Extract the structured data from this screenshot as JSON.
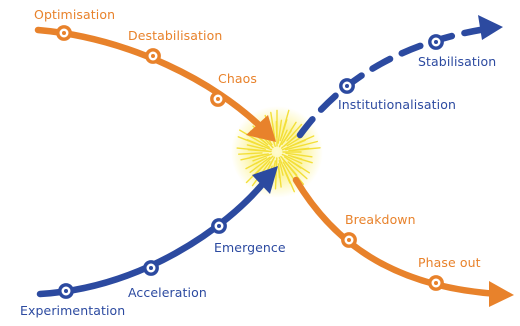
{
  "diagram": {
    "colors": {
      "decline": "#e8822b",
      "rise": "#2c4aa0",
      "burst": "#f7e84a"
    },
    "decline_labels": {
      "optimisation": "Optimisation",
      "destabilisation": "Destabilisation",
      "chaos": "Chaos",
      "breakdown": "Breakdown",
      "phase_out": "Phase out"
    },
    "rise_labels": {
      "experimentation": "Experimentation",
      "acceleration": "Acceleration",
      "emergence": "Emergence",
      "institutionalisation": "Institutionalisation",
      "stabilisation": "Stabilisation"
    }
  }
}
